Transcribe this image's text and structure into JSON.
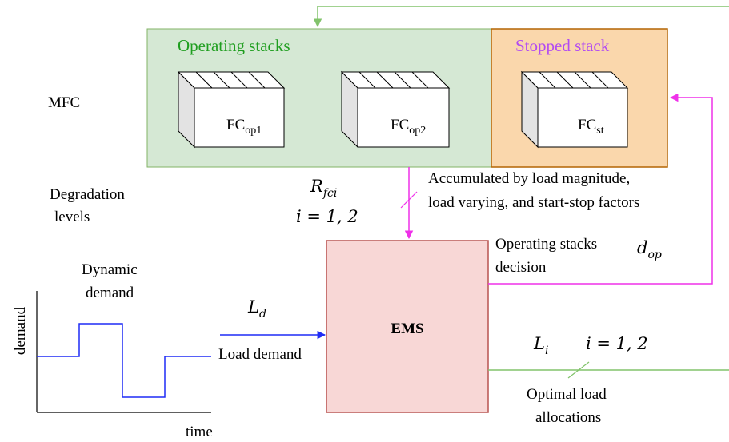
{
  "labels": {
    "operating_stacks": "Operating stacks",
    "stopped_stack": "Stopped stack",
    "mfc": "MFC",
    "fc_prefix": "FC",
    "fc1_sub": "op1",
    "fc2_sub": "op2",
    "fc3_sub": "st",
    "degradation_line1": "Degradation",
    "degradation_line2": "levels",
    "accumulated_line1": "Accumulated by load magnitude,",
    "accumulated_line2": "load varying, and start-stop factors",
    "r_var": "R",
    "r_sub": "fci",
    "r_index": "i = 1, 2",
    "operating_decision_line1": "Operating stacks",
    "operating_decision_line2": "decision",
    "d_var": "d",
    "d_sub": "op",
    "dynamic_line1": "Dynamic",
    "dynamic_line2": "demand",
    "axis_y": "demand",
    "axis_x": "time",
    "ld_var": "L",
    "ld_sub": "d",
    "load_demand": "Load demand",
    "ems": "EMS",
    "li_var": "L",
    "li_sub": "i",
    "li_index": "i = 1, 2",
    "optimal_line1": "Optimal load",
    "optimal_line2": "allocations"
  },
  "colors": {
    "green_fill": "#d5e8d4",
    "orange_fill": "#fad7ac",
    "orange_stroke": "#b46504",
    "red_fill": "#f8d7d6",
    "red_stroke": "#b85450",
    "green_text": "#1f9e1f",
    "purple_text": "#b24bf2",
    "magenta": "#ef31e9",
    "blue": "#1f2cf5",
    "green_line": "#82c36b"
  }
}
